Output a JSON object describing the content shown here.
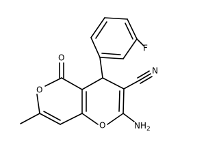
{
  "labels": {
    "fluorine": "F",
    "nitrile_nitrogen": "N",
    "carbonyl_oxygen": "O",
    "lactone_oxygen": "O",
    "pyran_oxygen": "O",
    "amino_line1": "NH",
    "amino_subscript": "2"
  },
  "colors": {
    "bond": "#000000",
    "text": "#000000",
    "background": "#ffffff"
  }
}
